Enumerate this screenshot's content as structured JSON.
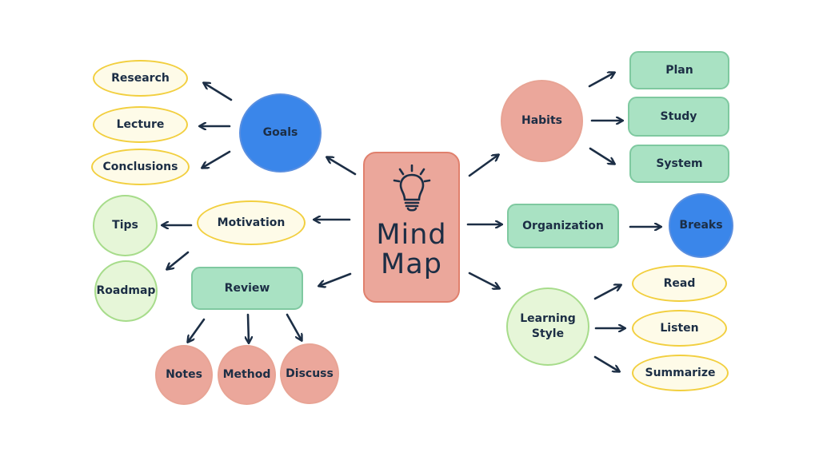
{
  "diagram": {
    "center": {
      "title": "Mind\nMap",
      "icon": "lightbulb-icon"
    },
    "left": {
      "goals": {
        "label": "Goals",
        "children": [
          "Research",
          "Lecture",
          "Conclusions"
        ]
      },
      "motivation": {
        "label": "Motivation",
        "children": [
          "Tips",
          "Roadmap"
        ]
      },
      "review": {
        "label": "Review",
        "children": [
          "Notes",
          "Method",
          "Discuss"
        ]
      }
    },
    "right": {
      "habits": {
        "label": "Habits",
        "children": [
          "Plan",
          "Study",
          "System"
        ]
      },
      "organization": {
        "label": "Organization",
        "children": [
          "Breaks"
        ]
      },
      "learning_style": {
        "label": "Learning\nStyle",
        "children": [
          "Read",
          "Listen",
          "Summarize"
        ]
      }
    }
  },
  "colors": {
    "ink": "#1c2e45",
    "salmon": "#eba79b",
    "blue": "#3a86ea",
    "mint": "#a9e2c3",
    "pale_green": "#e6f6d8",
    "pale_yellow": "#fefbe8",
    "yellow_outline": "#f2cf3f"
  }
}
